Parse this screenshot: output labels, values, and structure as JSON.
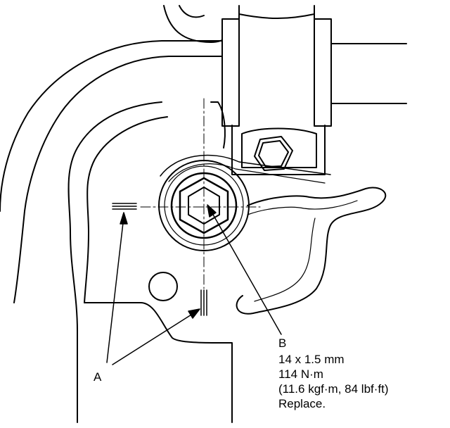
{
  "callouts": {
    "a": "A",
    "b": "B"
  },
  "spec": {
    "thread": "14 x 1.5 mm",
    "torque_nm": "114 N·m",
    "torque_alt": "(11.6 kgf·m, 84 lbf·ft)",
    "note": "Replace."
  }
}
